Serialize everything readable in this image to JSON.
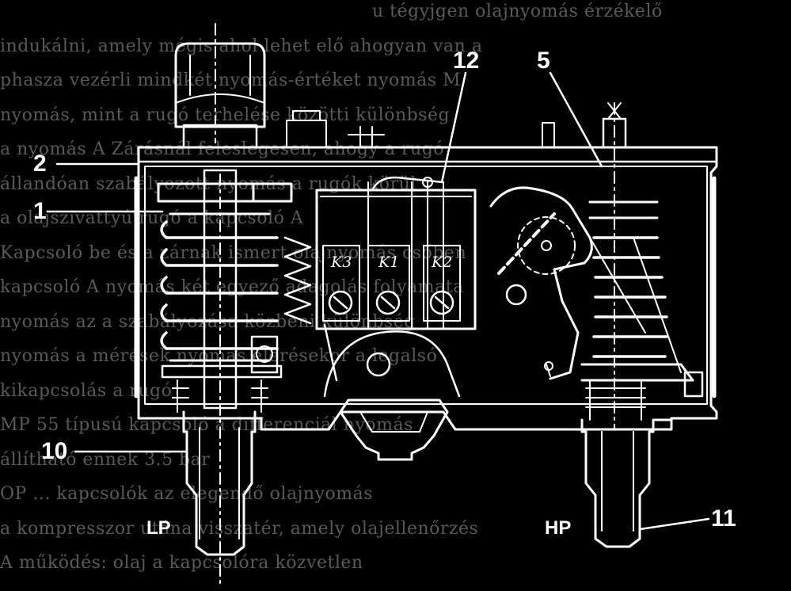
{
  "background_text": [
    "u tégyjgen olajnyomás érzékelő",
    "indukálni, amely mégis ahol lehet elő ahogyan van a",
    "phasza vezérli mindkét nyomás-értéket nyomás M",
    "nyomás, mint a rugó terhelése közötti különbség",
    "a nyomás A Zárásnál feleslegesen, ahogy a rugó",
    "állandóan szabályozott nyomás a rugók körül",
    "a olajszivattyú rugó a kapcsoló A",
    "Kapcsoló be és a zárnak ismert olajnyomás csőben",
    "kapcsoló A nyomás két egyező adagolás folyamata",
    "nyomás az a szabályozása közbeni különbség",
    "nyomás a mérések nyomás elérésekor a legalsó",
    "kikapcsolás a rugó",
    "MP 55 típusú kapcsoló a differenciál nyomás",
    "állítható ennek 3.5 bar",
    "OP ... kapcsolók az elegendő olajnyomás",
    "a kompresszor utána visszatér, amely olajellenőrzés",
    "A működés: olaj a kapcsolóra közvetlen"
  ],
  "callouts": {
    "c12": "12",
    "c5": "5",
    "c2": "2",
    "c1": "1",
    "c10": "10",
    "c11": "11"
  },
  "ports": {
    "low": "LP",
    "high": "HP"
  },
  "terminals": {
    "k3": "K3",
    "k1": "K1",
    "k2": "K2"
  }
}
